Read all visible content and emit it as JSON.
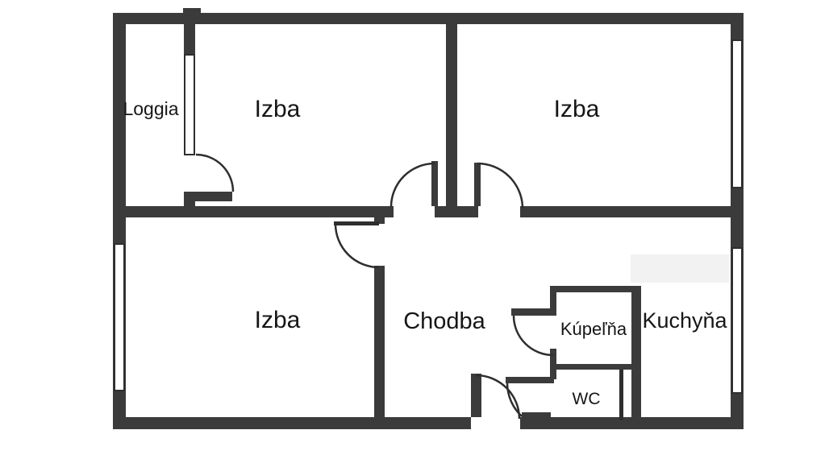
{
  "plan": {
    "type": "floor-plan",
    "rooms": {
      "loggia": {
        "label": "Loggia"
      },
      "izba_top_left": {
        "label": "Izba"
      },
      "izba_top_right": {
        "label": "Izba"
      },
      "izba_bottom_left": {
        "label": "Izba"
      },
      "chodba": {
        "label": "Chodba"
      },
      "kupelna": {
        "label": "Kúpeľňa"
      },
      "wc": {
        "label": "WC"
      },
      "kuchyna": {
        "label": "Kuchyňa"
      }
    },
    "colors": {
      "wall": "#3b3b3b",
      "line": "#2e2e2e",
      "text": "#161616",
      "window_fill": "#ffffff",
      "counter": "#f2f2f2",
      "background": "#ffffff"
    }
  }
}
